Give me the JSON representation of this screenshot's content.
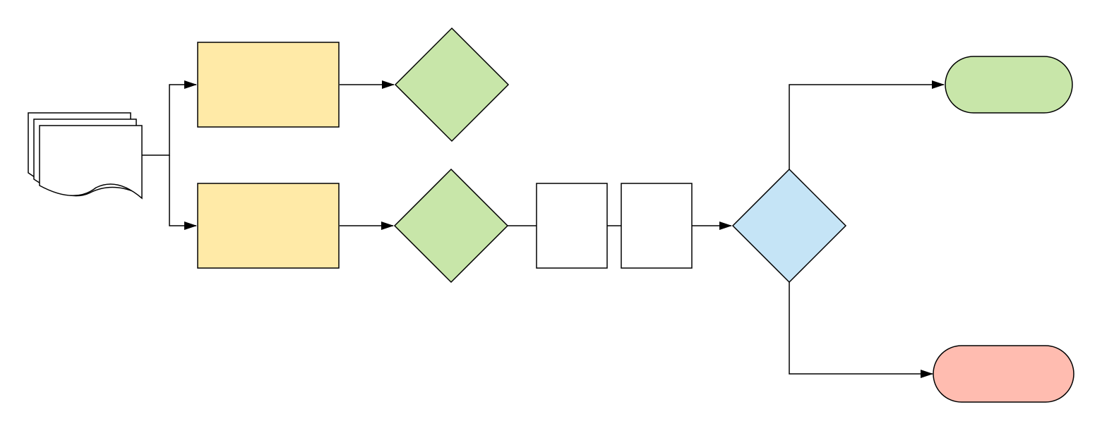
{
  "diagram": {
    "colors": {
      "stroke": "#000000",
      "background": "#ffffff",
      "process_fill": "#ffeaa7",
      "decision_green_fill": "#c8e6a9",
      "decision_blue_fill": "#c5e4f6",
      "terminal_green_fill": "#c8e6a9",
      "terminal_red_fill": "#ffbcb0",
      "plain_fill": "#ffffff"
    },
    "nodes": [
      {
        "id": "multi-document",
        "shape": "multi-document",
        "label": ""
      },
      {
        "id": "process-top",
        "shape": "rectangle",
        "label": ""
      },
      {
        "id": "process-bottom",
        "shape": "rectangle",
        "label": ""
      },
      {
        "id": "decision-top",
        "shape": "diamond",
        "label": ""
      },
      {
        "id": "decision-middle",
        "shape": "diamond",
        "label": ""
      },
      {
        "id": "step-one",
        "shape": "rectangle",
        "label": ""
      },
      {
        "id": "step-two",
        "shape": "rectangle",
        "label": ""
      },
      {
        "id": "decision-final",
        "shape": "diamond",
        "label": ""
      },
      {
        "id": "terminal-success",
        "shape": "rounded-terminal",
        "label": ""
      },
      {
        "id": "terminal-failure",
        "shape": "rounded-terminal",
        "label": ""
      }
    ],
    "edges": [
      {
        "from": "multi-document",
        "to": "process-top",
        "arrow": true
      },
      {
        "from": "multi-document",
        "to": "process-bottom",
        "arrow": true
      },
      {
        "from": "process-top",
        "to": "decision-top",
        "arrow": true
      },
      {
        "from": "process-bottom",
        "to": "decision-middle",
        "arrow": true
      },
      {
        "from": "decision-middle",
        "to": "step-one",
        "arrow": false
      },
      {
        "from": "step-one",
        "to": "step-two",
        "arrow": false
      },
      {
        "from": "step-two",
        "to": "decision-final",
        "arrow": true
      },
      {
        "from": "decision-final",
        "to": "terminal-success",
        "arrow": true
      },
      {
        "from": "decision-final",
        "to": "terminal-failure",
        "arrow": true
      }
    ]
  }
}
